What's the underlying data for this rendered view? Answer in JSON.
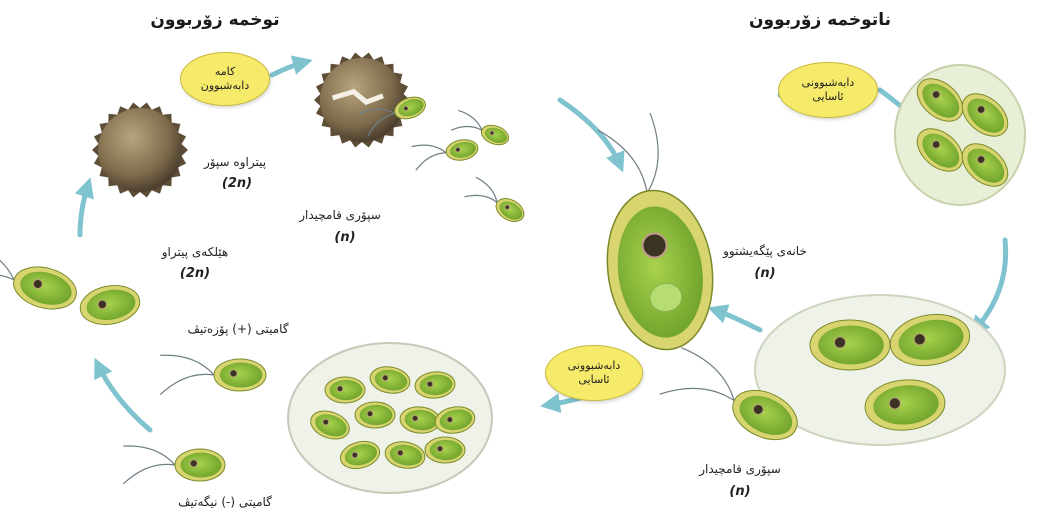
{
  "titles": {
    "sexual": "توخمە زۆربوون",
    "asexual": "ناتوخمە زۆربوون"
  },
  "bubbles": {
    "meiosis_line1": "کامە",
    "meiosis_line2": "دابەشبوون",
    "mitosis_top_line1": "دابەشبوونی",
    "mitosis_top_line2": "ئاسایی",
    "mitosis_bottom_line1": "دابەشبوونی",
    "mitosis_bottom_line2": "ئاسایی"
  },
  "labels": {
    "zygote": "پیتراوە سپۆر",
    "zygote_ploidy": "(2n)",
    "zoospores_sexual": "سپۆری قامچیدار",
    "zoospores_sexual_ploidy": "(n)",
    "fertilized_pair": "هێلکەی پیتراو",
    "fertilized_pair_ploidy": "(2n)",
    "gamete_plus": "گامیتی (+) پۆزەتیڤ",
    "gamete_minus": "گامیتی (-) نیگەتیڤ",
    "mature_cell": "خانەی پێگەیشتوو",
    "mature_cell_ploidy": "(n)",
    "zoospores_asexual": "سپۆری قامچیدار",
    "zoospores_asexual_ploidy": "(n)"
  },
  "colors": {
    "arrow": "#7fc3cf",
    "cell_fill": "#8cbf3c",
    "cell_wall": "#d8d470",
    "bubble": "#f6ea6a",
    "zygote": "#8a7556"
  }
}
